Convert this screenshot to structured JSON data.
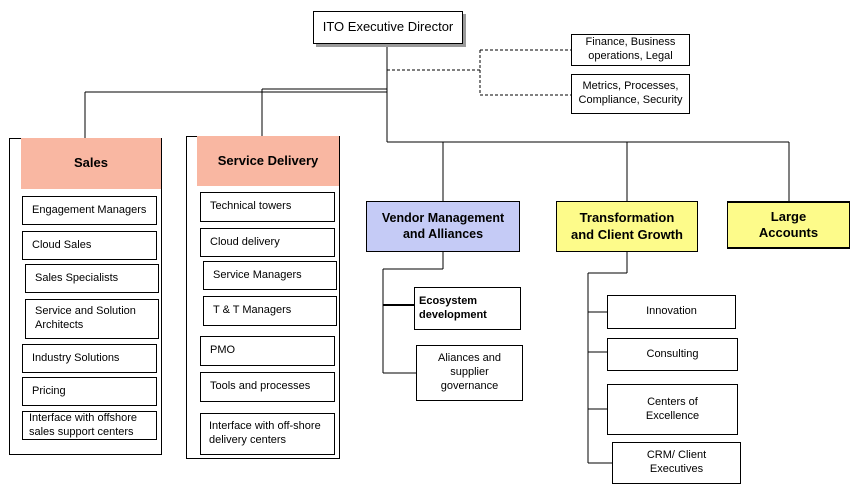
{
  "director": {
    "label": "ITO Executive Director"
  },
  "staff": {
    "finance": "Finance, Business\noperations, Legal",
    "metrics": "Metrics, Processes,\nCompliance, Security"
  },
  "sales": {
    "title": "Sales",
    "items": [
      "Engagement Managers",
      "Cloud Sales",
      "Sales Specialists",
      "Service and Solution\nArchitects",
      "Industry Solutions",
      "Pricing",
      "Interface with offshore\nsales support centers"
    ]
  },
  "service_delivery": {
    "title": "Service Delivery",
    "items": [
      "Technical towers",
      "Cloud delivery",
      "Service Managers",
      "T & T Managers",
      "PMO",
      "Tools and processes",
      "Interface with off-shore\ndelivery centers"
    ]
  },
  "vendor": {
    "title": "Vendor Management\nand Alliances",
    "items": [
      "Ecosystem\ndevelopment",
      "Aliances and\nsupplier\ngovernance"
    ]
  },
  "transformation": {
    "title": "Transformation\nand Client Growth",
    "items": [
      "Innovation",
      "Consulting",
      "Centers of\nExcellence",
      "CRM/ Client\nExecutives"
    ]
  },
  "large_accounts": {
    "title": "Large\nAccounts"
  },
  "colors": {
    "sales": "#f9b7a2",
    "service_delivery": "#f9b7a2",
    "vendor": "#c5cbf6",
    "transformation": "#fdfb8a",
    "large_accounts": "#fdfb8a"
  }
}
